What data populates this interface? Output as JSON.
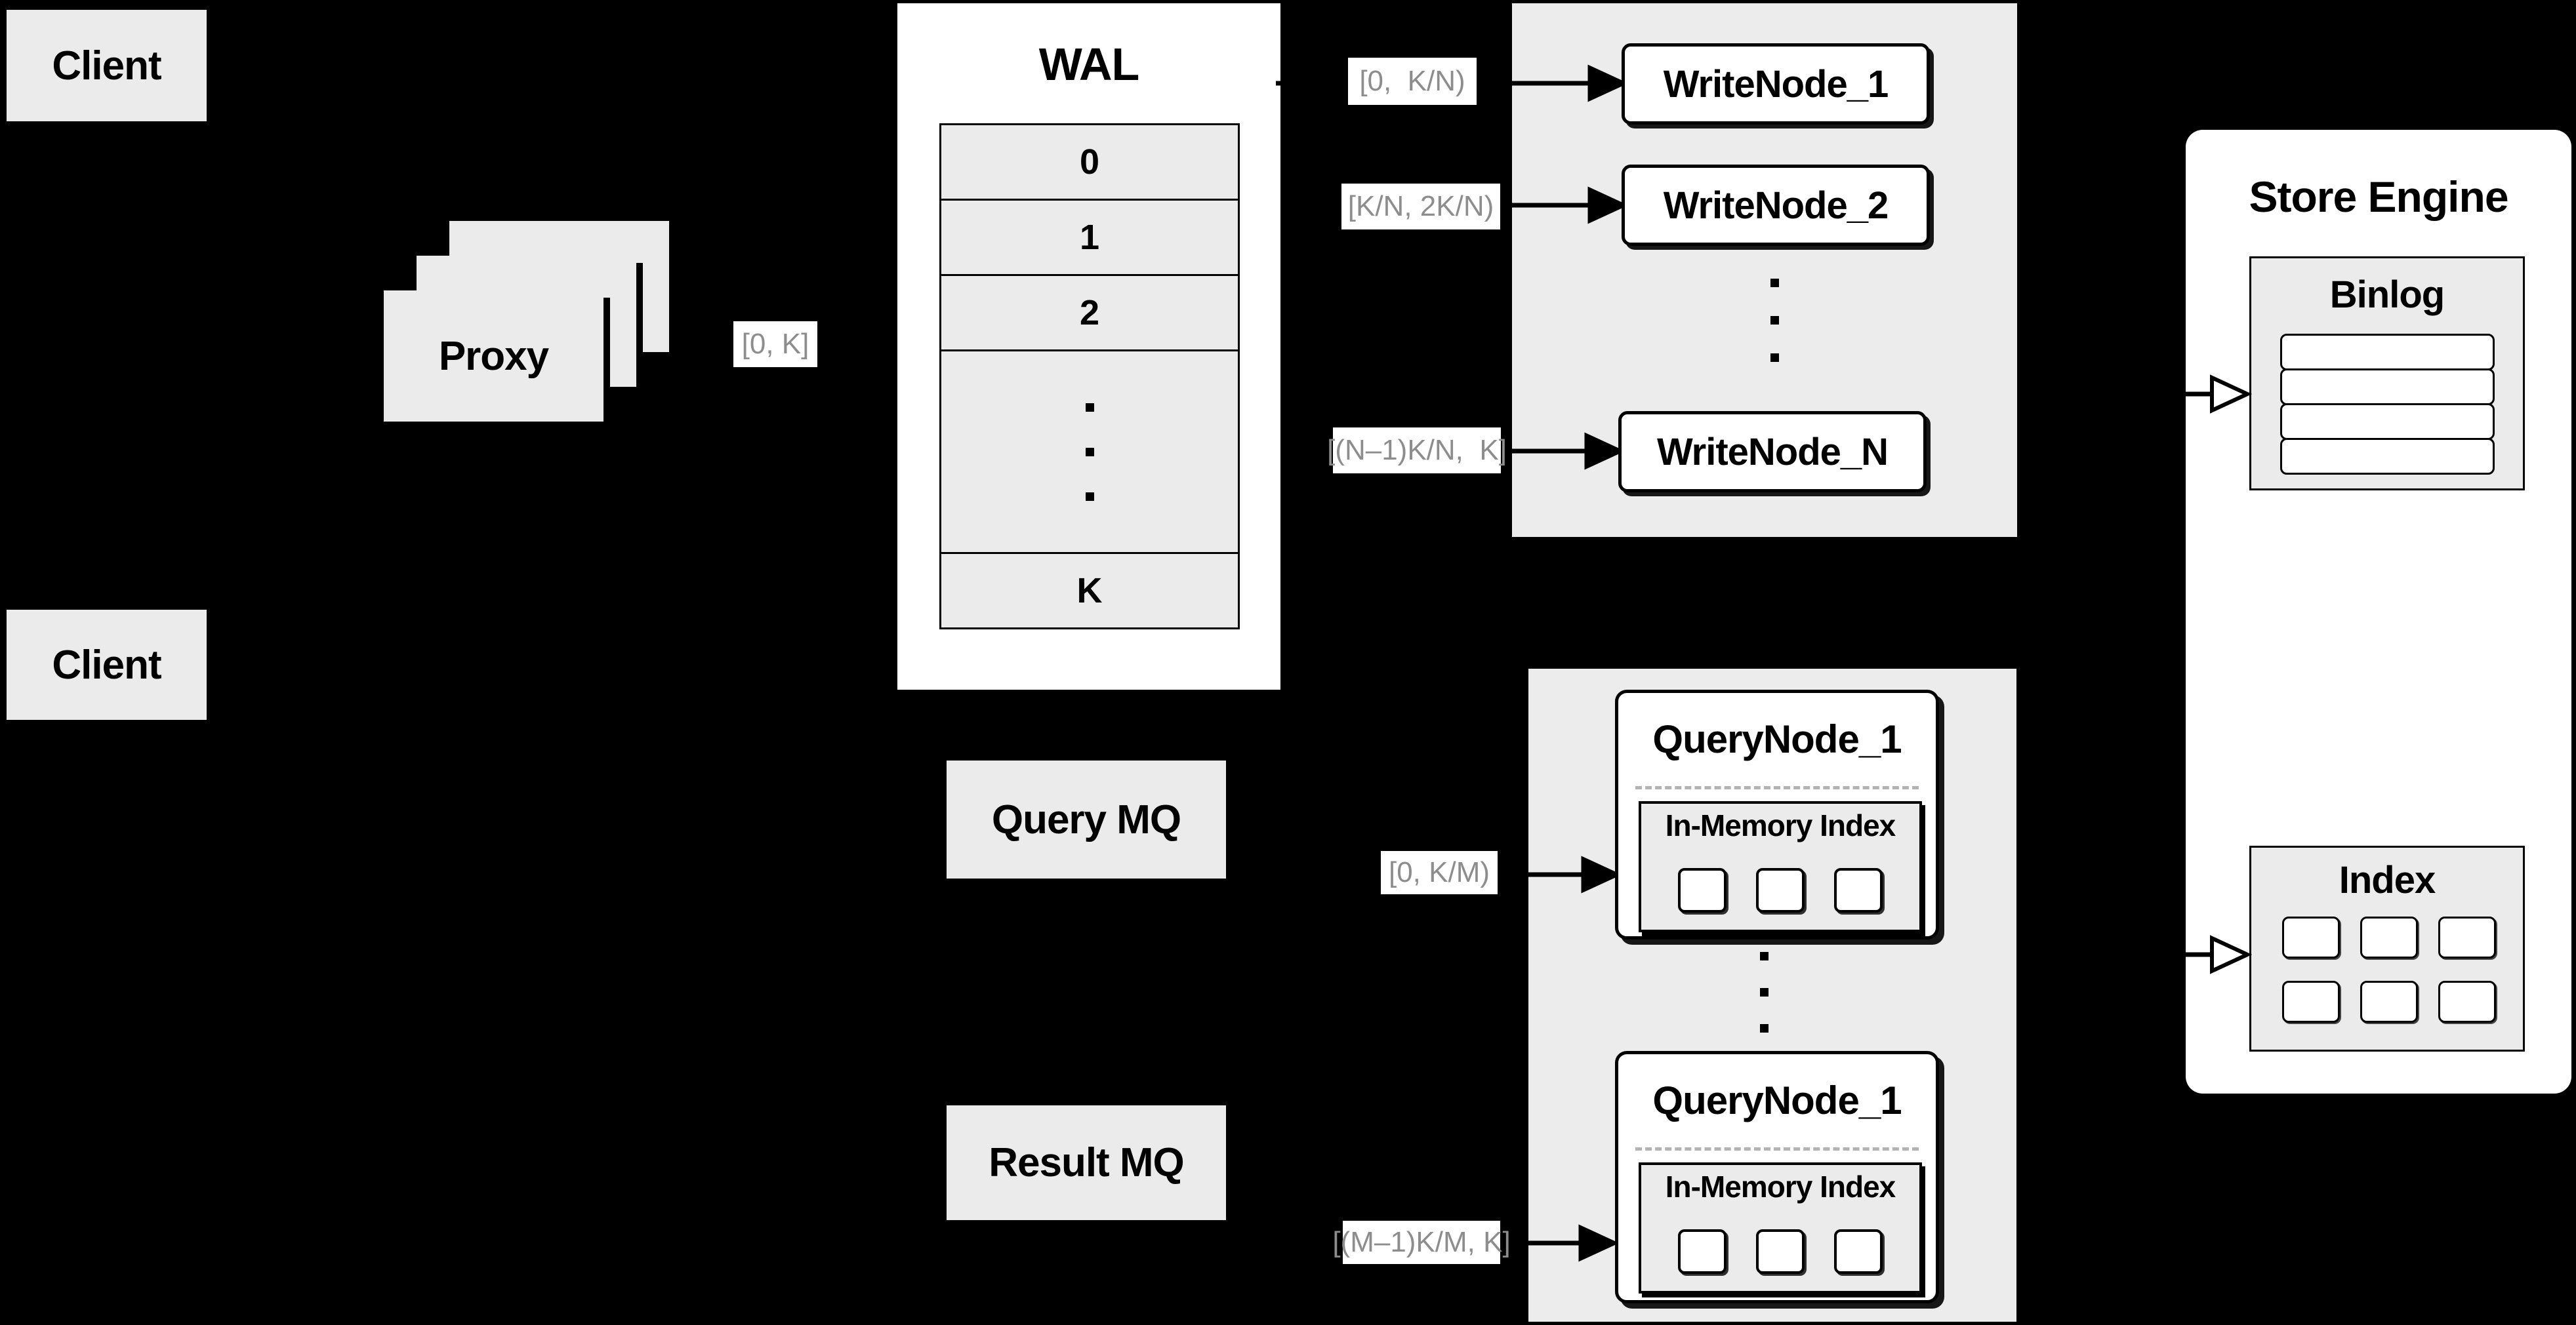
{
  "clients": {
    "top": "Client",
    "bottom": "Client"
  },
  "proxy": {
    "label": "Proxy",
    "range_out": "[0, K]"
  },
  "wal": {
    "title": "WAL",
    "rows": [
      "0",
      "1",
      "2"
    ],
    "last_row": "K"
  },
  "write_group": {
    "ranges": [
      "[0,  K/N)",
      "[K/N, 2K/N)",
      "[(N–1)K/N,  K]"
    ],
    "nodes": [
      "WriteNode_1",
      "WriteNode_2",
      "WriteNode_N"
    ]
  },
  "store_engine": {
    "title": "Store Engine",
    "binlog_title": "Binlog",
    "index_title": "Index"
  },
  "mq": {
    "query": "Query MQ",
    "result": "Result MQ"
  },
  "query_group": {
    "ranges": [
      "[0, K/M)",
      "[(M–1)K/M, K]"
    ],
    "nodes": [
      {
        "title": "QueryNode_1",
        "memory_title": "In-Memory Index"
      },
      {
        "title": "QueryNode_1",
        "memory_title": "In-Memory Index"
      }
    ]
  },
  "colors": {
    "background": "#000000",
    "box_gray": "#ebebeb",
    "node_white": "#ffffff",
    "line_black": "#000000",
    "label_text_gray": "#8d8d8d"
  }
}
